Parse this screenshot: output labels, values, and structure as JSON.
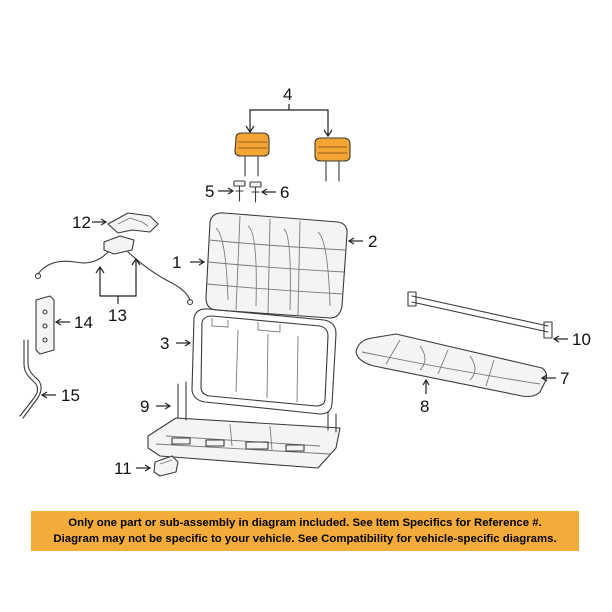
{
  "callouts": {
    "c1": "1",
    "c2": "2",
    "c3": "3",
    "c4": "4",
    "c5": "5",
    "c6": "6",
    "c7": "7",
    "c8": "8",
    "c9": "9",
    "c10": "10",
    "c11": "11",
    "c12": "12",
    "c13": "13",
    "c14": "14",
    "c15": "15"
  },
  "notice": {
    "line1": "Only one part or sub-assembly in diagram included. See Item Specifics for Reference #.",
    "line2": "Diagram may not be specific to your vehicle. See Compatibility for vehicle-specific diagrams."
  },
  "colors": {
    "highlight": "#f2a533",
    "notice_background": "#f3ac3a",
    "line": "#3a3a3a"
  }
}
